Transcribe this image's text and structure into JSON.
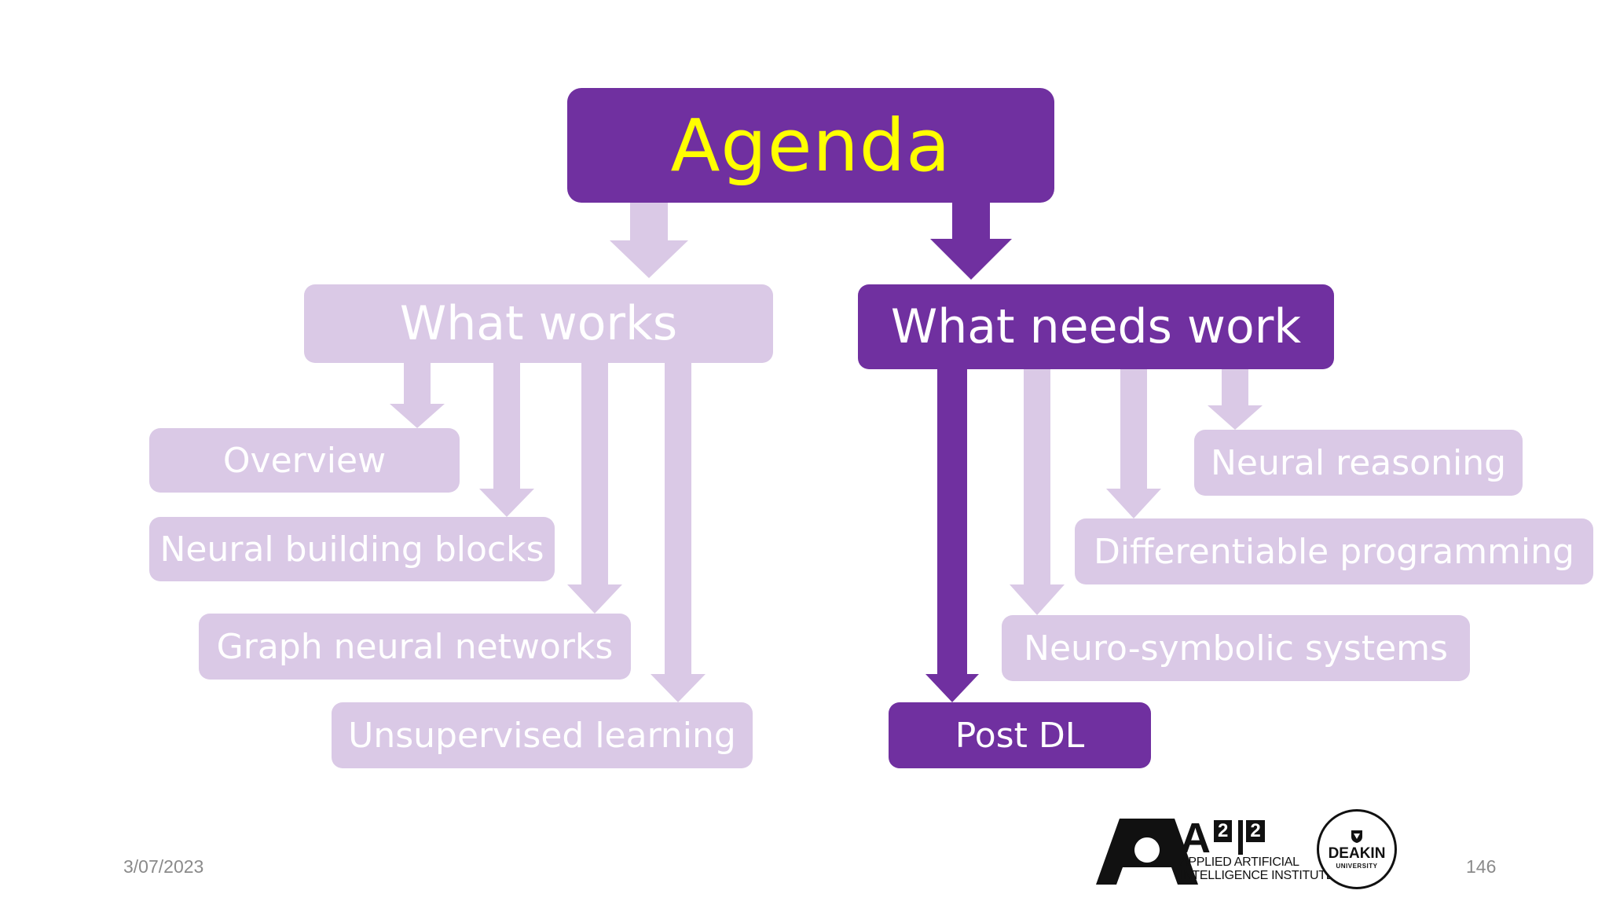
{
  "diagram": {
    "root": {
      "label": "Agenda"
    },
    "branches": [
      {
        "label": "What works",
        "children": [
          "Overview",
          "Neural building blocks",
          "Graph neural networks",
          "Unsupervised learning"
        ]
      },
      {
        "label": "What needs work",
        "children": [
          "Neural reasoning",
          "Differentiable programming",
          "Neuro-symbolic systems",
          "Post DL"
        ]
      }
    ]
  },
  "footer": {
    "date": "3/07/2023",
    "slide_number": "146",
    "logos": {
      "a2i2": {
        "wordmark_letter": "A",
        "wordmark_sup_1": "2",
        "wordmark_sup_2": "2",
        "line_1": "APPLIED ARTIFICIAL",
        "line_2": "INTELLIGENCE INSTITUTE"
      },
      "deakin": {
        "name": "DEAKIN",
        "subtitle": "UNIVERSITY"
      }
    }
  },
  "colors": {
    "highlight_purple": "#7030a0",
    "muted_lavender": "#dac9e6",
    "title_yellow": "#ffff00",
    "text_white": "#ffffff"
  },
  "icons": [
    "a2i2-logo-icon",
    "deakin-shield-icon"
  ]
}
